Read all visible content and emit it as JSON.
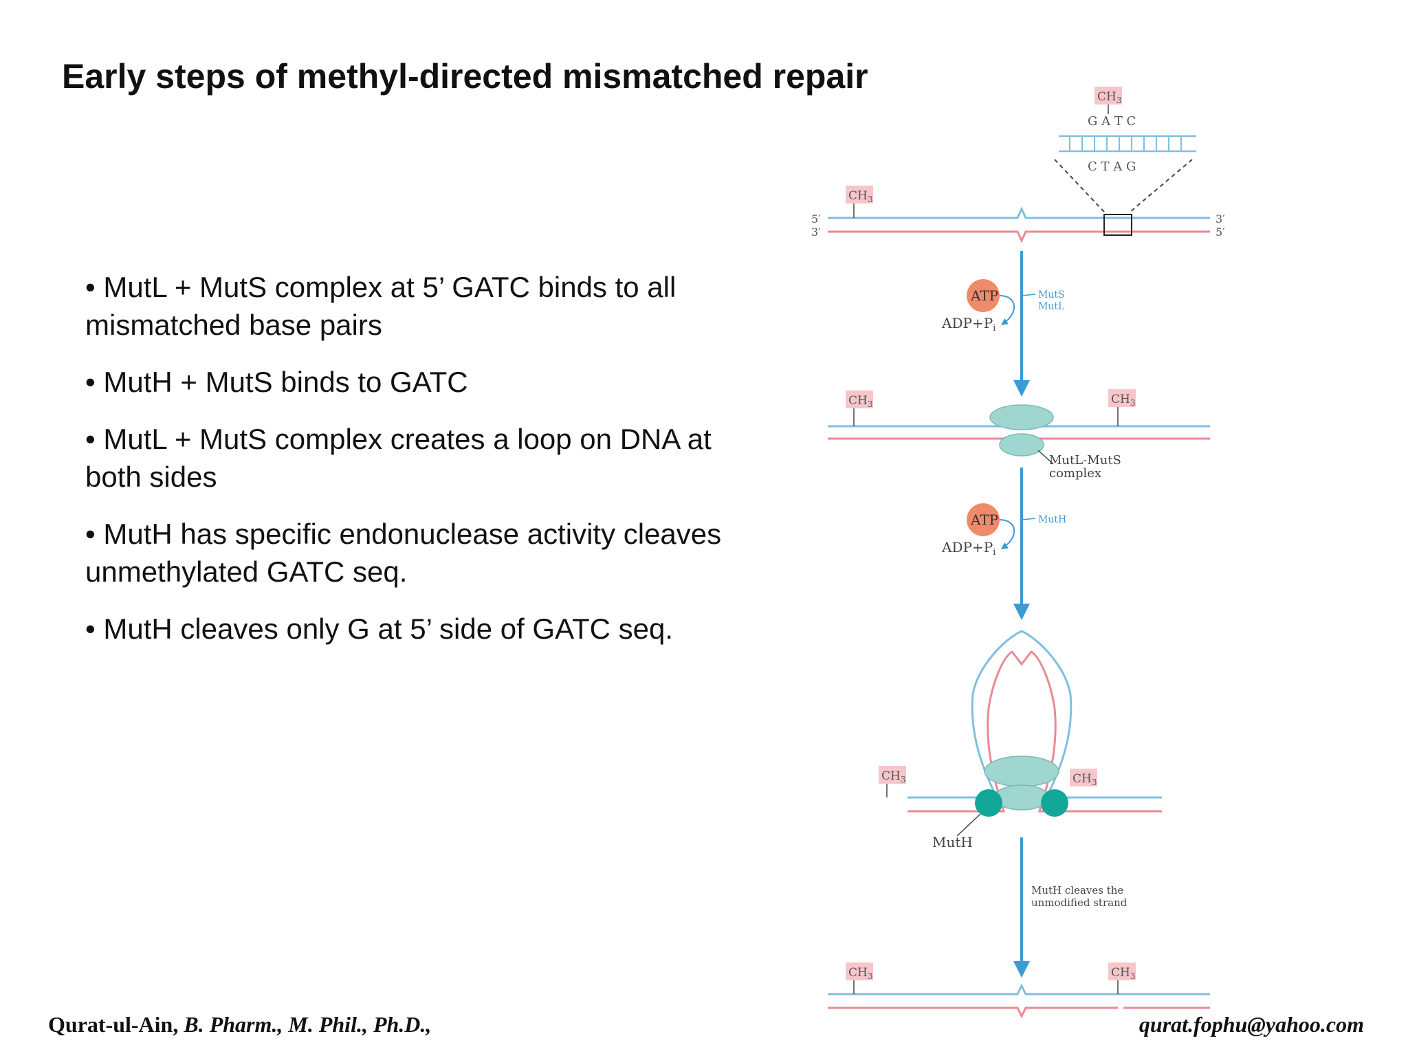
{
  "title": "Early steps of methyl-directed mismatched repair",
  "bullets": [
    "• MutL + MutS complex at 5’ GATC binds to all mismatched base pairs",
    "• MutH + MutS binds to GATC",
    "• MutL + MutS complex creates a loop on DNA at both sides",
    "• MutH has specific endonuclease activity cleaves unmethylated GATC seq.",
    "• MutH cleaves only G at 5’ side of GATC seq."
  ],
  "footer": {
    "author": "Qurat-ul-Ain,",
    "credentials": "B. Pharm., M. Phil., Ph.D.,",
    "email": "qurat.fophu@yahoo.com"
  },
  "diagram": {
    "methyl_label": "CH",
    "methyl_sub": "3",
    "top_seq": "G A T C",
    "bottom_seq": "C T A G",
    "five_prime": "5′",
    "three_prime": "3′",
    "atp": "ATP",
    "adp": "ADP+P",
    "adp_sub": "i",
    "step1_proteins": [
      "MutS",
      "MutL"
    ],
    "complex_label": [
      "MutL-MutS",
      "complex"
    ],
    "step2_protein": "MutH",
    "muth_label": "MutH",
    "cleave_note": [
      "MutH cleaves the",
      "unmodified strand"
    ],
    "colors": {
      "blue": "#7fbfe0",
      "red": "#e88a94",
      "arrow": "#3a9bd5",
      "complex": "#9fd6d0",
      "muth": "#11a89a",
      "atp": "#ef8b6b",
      "methyl_bg": "#f6c6cb"
    }
  }
}
